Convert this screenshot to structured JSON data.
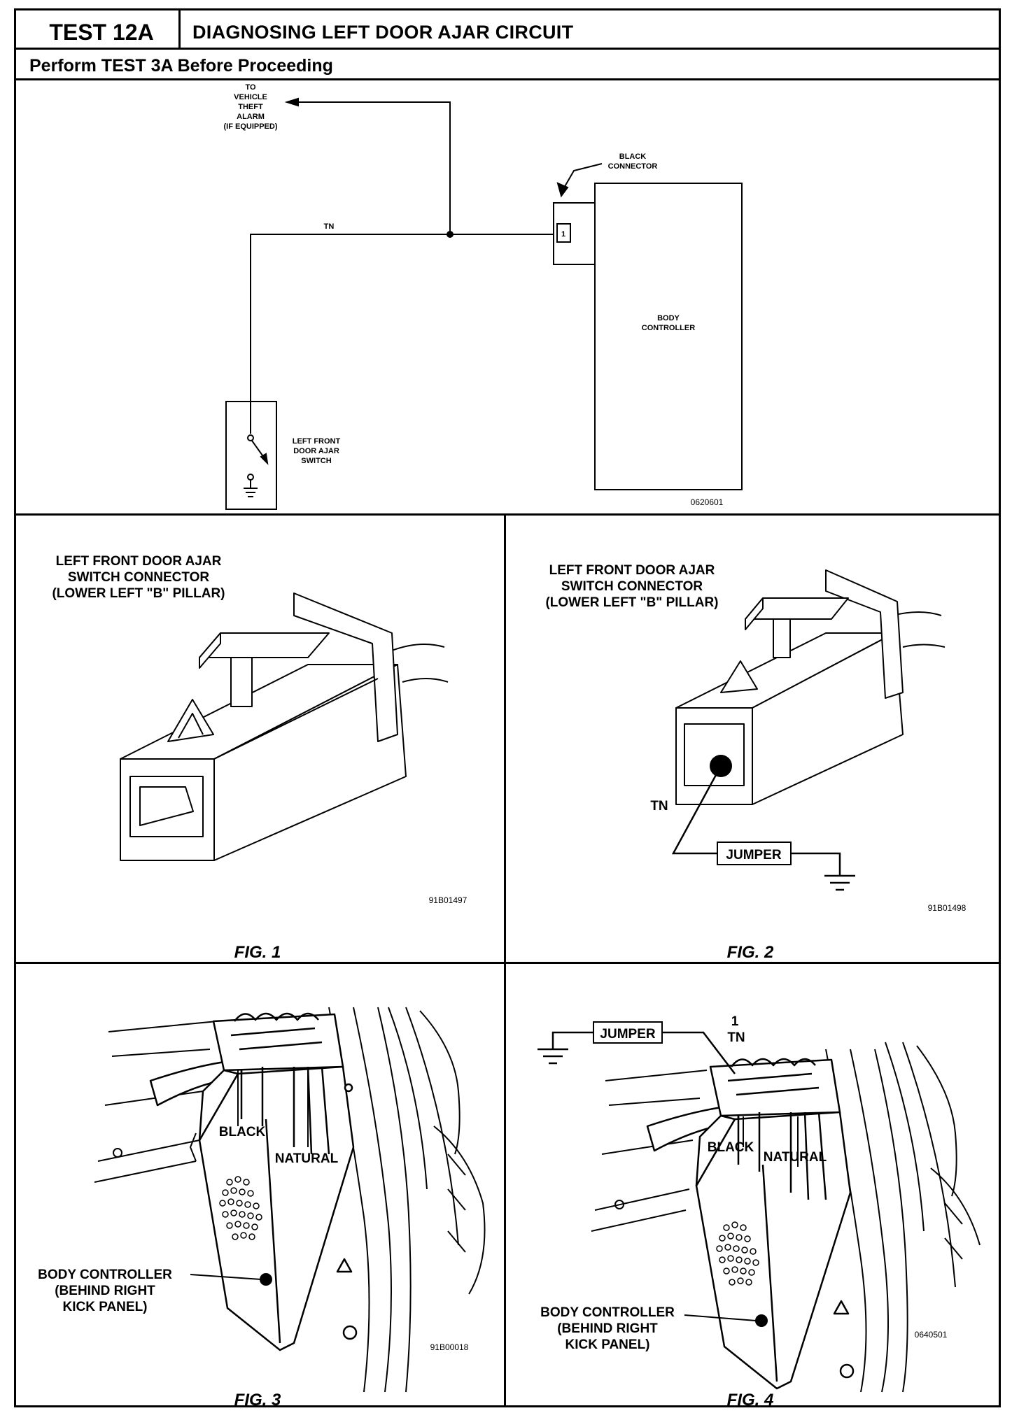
{
  "header": {
    "test_id": "TEST 12A",
    "title": "DIAGNOSING LEFT DOOR AJAR CIRCUIT",
    "subtitle": "Perform TEST 3A Before Proceeding"
  },
  "schematic": {
    "theft_alarm_lines": [
      "TO",
      "VEHICLE",
      "THEFT",
      "ALARM",
      "(IF EQUIPPED)"
    ],
    "black_connector_lines": [
      "BLACK",
      "CONNECTOR"
    ],
    "wire_color": "TN",
    "pin_number": "1",
    "body_controller_lines": [
      "BODY",
      "CONTROLLER"
    ],
    "switch_lines": [
      "LEFT FRONT",
      "DOOR AJAR",
      "SWITCH"
    ],
    "code": "0620601"
  },
  "fig1": {
    "label_lines": [
      "LEFT FRONT DOOR AJAR",
      "SWITCH CONNECTOR",
      "(LOWER LEFT \"B\" PILLAR)"
    ],
    "code": "91B01497",
    "caption": "FIG. 1"
  },
  "fig2": {
    "label_lines": [
      "LEFT FRONT DOOR AJAR",
      "SWITCH CONNECTOR",
      "(LOWER LEFT \"B\" PILLAR)"
    ],
    "wire_label": "TN",
    "jumper": "JUMPER",
    "code": "91B01498",
    "caption": "FIG. 2"
  },
  "fig3": {
    "black": "BLACK",
    "natural": "NATURAL",
    "body_lines": [
      "BODY CONTROLLER",
      "(BEHIND RIGHT",
      "KICK PANEL)"
    ],
    "code": "91B00018",
    "caption": "FIG. 3"
  },
  "fig4": {
    "jumper": "JUMPER",
    "pin": "1",
    "wire_label": "TN",
    "black": "BLACK",
    "natural": "NATURAL",
    "body_lines": [
      "BODY CONTROLLER",
      "(BEHIND RIGHT",
      "KICK PANEL)"
    ],
    "code": "0640501",
    "caption": "FIG. 4"
  }
}
